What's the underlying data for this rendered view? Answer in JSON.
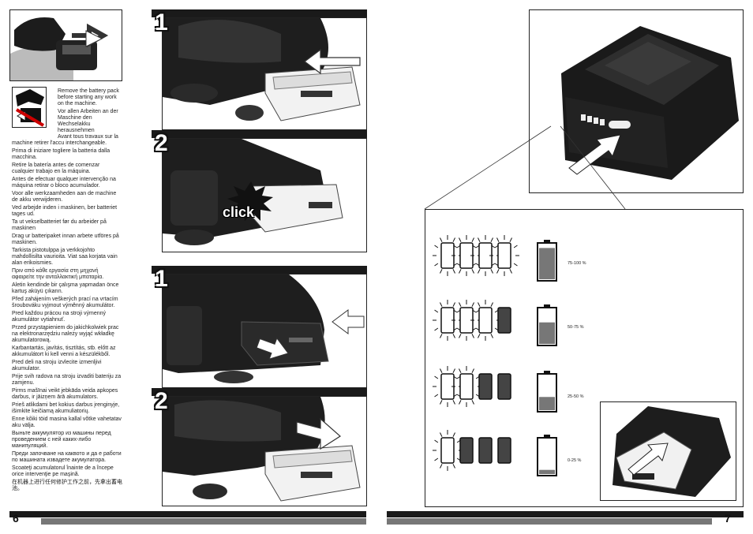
{
  "page_left": {
    "page_number": "6",
    "warning_lines": [
      "Remove the battery pack before starting any work on the machine.",
      "Vor allen Arbeiten an der Maschine den Wechselakku herausnehmen"
    ],
    "languages": [
      "Avant tous travaux sur la machine retirer l'accu interchangeable.",
      "Prima di iniziare togliere la batteria dalla macchina.",
      "Retire la batería antes de comenzar cualquier trabajo en la máquina.",
      "Antes de efectuar qualquer intervenção na máquina retirar o bloco acumulador.",
      "Voor alle werkzaamheden aan de machine de akku verwijderen.",
      "Ved arbejde inden i maskinen, ber batteriet tages ud.",
      "Ta ut vekselbatteriet før du arbeider på maskinen",
      "Drag ur batteripaket innan arbete utföres på maskinen.",
      "Tarkista pistotulppa ja verkkojohto mahdollisilta vaurioita. Viat saa korjata vain alan erikoismies.",
      "Πριν από κάθε εργασία στη μηχανή αφαιρείτε την ανταλλακτική μπαταρία.",
      "Aletin kendinde bir çalışma yapmadan önce kartuş aküyü çıkarın.",
      "Před zahájením veškerých prací na vrtacím šroubováku vyjmout výměnný akumulátor.",
      "Pred každou prácou na stroji výmenný akumulátor vytiahnuť.",
      "Przed przystąpieniem do jakichkolwiek prac na elektronarzędziu należy wyjąć wkładkę akumulatorową.",
      "Karbantartás, javítás, tisztítás, stb. előtt az akkumulátort ki kell venni a készülékből.",
      "Pred deli na stroju izvlecite izmenljivi akumulator.",
      "Prije svih radova na stroju izvaditi bateriju za zamjenu.",
      "Pirms mašīnai veikt jebkāda veida apkopes darbus, ir jāizņem ārā akumulators.",
      "Prieš atlikdami bet kokius darbus įrenginyje, išimkite keičiamą akumuliatorių.",
      "Enne kõiki töid masina kallal võtke vahetatav aku välja.",
      "Выньте аккумулятор из машины перед проведением с ней каких-либо манипуляций.",
      "Преди започване на каквото и да е работи по машината извадете акумулатора.",
      "Scoateţi acumulatorul înainte de a începe orice intervenţie pe maşină.",
      "在机器上进行任何修护工作之前，先拿出蓄电池。"
    ],
    "steps": [
      "1",
      "2",
      "1",
      "2"
    ],
    "click_label": "click"
  },
  "page_right": {
    "page_number": "7",
    "charge_levels": [
      {
        "label": "75-100 %",
        "lit": 4,
        "fill": 0.9
      },
      {
        "label": "50-75 %",
        "lit": 3,
        "fill": 0.62
      },
      {
        "label": "25-50 %",
        "lit": 2,
        "fill": 0.38
      },
      {
        "label": "0-25 %",
        "lit": 1,
        "fill": 0.12
      }
    ]
  }
}
